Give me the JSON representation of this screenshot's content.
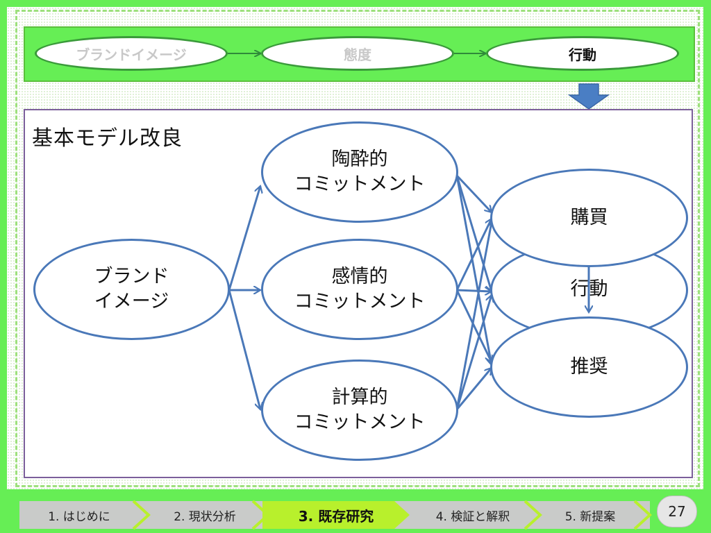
{
  "header_steps": [
    {
      "label": "ブランドイメージ",
      "state": "muted"
    },
    {
      "label": "態度",
      "state": "muted"
    },
    {
      "label": "行動",
      "state": "active"
    }
  ],
  "diagram": {
    "title": "基本モデル改良",
    "source": {
      "line1": "ブランド",
      "line2": "イメージ"
    },
    "middle": [
      {
        "line1": "陶酔的",
        "line2": "コミットメント"
      },
      {
        "line1": "感情的",
        "line2": "コミットメント"
      },
      {
        "line1": "計算的",
        "line2": "コミットメント"
      }
    ],
    "outcomes": [
      {
        "label": "購買"
      },
      {
        "label": "行動"
      },
      {
        "label": "推奨"
      }
    ]
  },
  "nav": {
    "tabs": [
      {
        "label": "1. はじめに"
      },
      {
        "label": "2.  現状分析"
      },
      {
        "label": "3. 既存研究",
        "current": true
      },
      {
        "label": "4. 検証と解釈"
      },
      {
        "label": "5. 新提案"
      }
    ],
    "page_number": "27"
  },
  "colors": {
    "background_green": "#66ee55",
    "node_stroke": "#4a78b8",
    "current_tab": "#b8f02c",
    "frame_purple": "#7b5f9a"
  }
}
